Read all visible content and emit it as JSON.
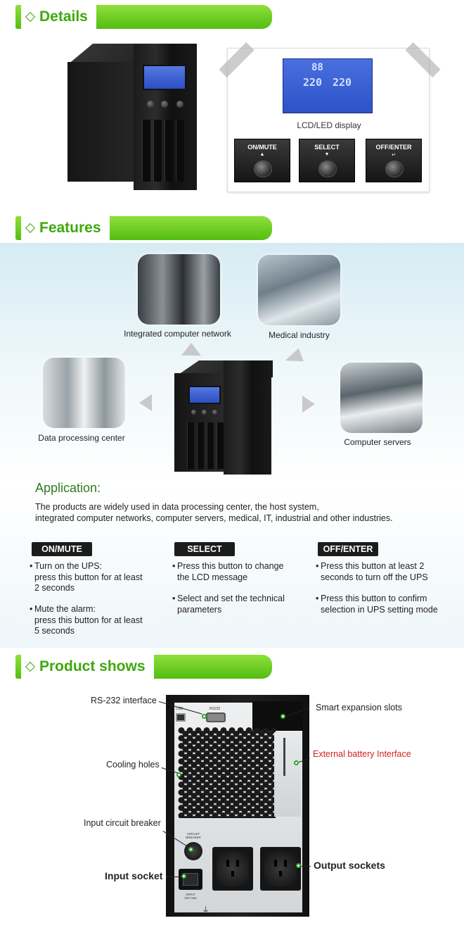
{
  "sections": {
    "details": "Details",
    "features": "Features",
    "product_shows": "Product shows"
  },
  "details": {
    "lcd_caption": "LCD/LED display",
    "buttons": [
      {
        "label": "ON/MUTE",
        "symbol": "▲"
      },
      {
        "label": "SELECT",
        "symbol": "▼"
      },
      {
        "label": "OFF/ENTER",
        "symbol": "↵"
      }
    ],
    "lcd_readout": {
      "top": "88",
      "in": "220",
      "out": "220"
    }
  },
  "features": {
    "applications": [
      {
        "label": "Integrated computer network"
      },
      {
        "label": "Medical industry"
      },
      {
        "label": "Data processing center"
      },
      {
        "label": "Computer servers"
      }
    ],
    "application_title": "Application:",
    "application_text_1": "The products are widely used in data processing center, the host system,",
    "application_text_2": "integrated computer networks, computer servers, medical, IT, industrial and other industries.",
    "buttons": [
      {
        "tag": "ON/MUTE",
        "items": [
          [
            "Turn on the UPS:",
            "press this button for at least",
            "2 seconds"
          ],
          [
            "Mute the alarm:",
            "press this button for at least",
            "5 seconds"
          ]
        ]
      },
      {
        "tag": "SELECT",
        "items": [
          [
            "Press this button to change",
            "the LCD message"
          ],
          [
            "Select and set the technical",
            "parameters"
          ]
        ]
      },
      {
        "tag": "OFF/ENTER",
        "items": [
          [
            "Press this button at least 2",
            "seconds to turn off the UPS"
          ],
          [
            "Press this button to confirm",
            "selection in UPS setting mode"
          ]
        ]
      }
    ]
  },
  "product": {
    "callouts": {
      "rs232": "RS-232 interface",
      "cooling": "Cooling holes",
      "breaker": "Input circuit breaker",
      "input_socket": "Input socket",
      "expansion": "Smart expansion slots",
      "battery": "External battery Interface",
      "output": "Output sockets"
    },
    "panel_labels": {
      "usb": "USB",
      "rs232": "RS232",
      "breaker": "CIRCUIT\nBREAKER",
      "input": "INPUT\n10A max"
    },
    "battery_color": "#d42020"
  },
  "colors": {
    "accent": "#53bd12",
    "accent_text": "#3fa80c"
  }
}
